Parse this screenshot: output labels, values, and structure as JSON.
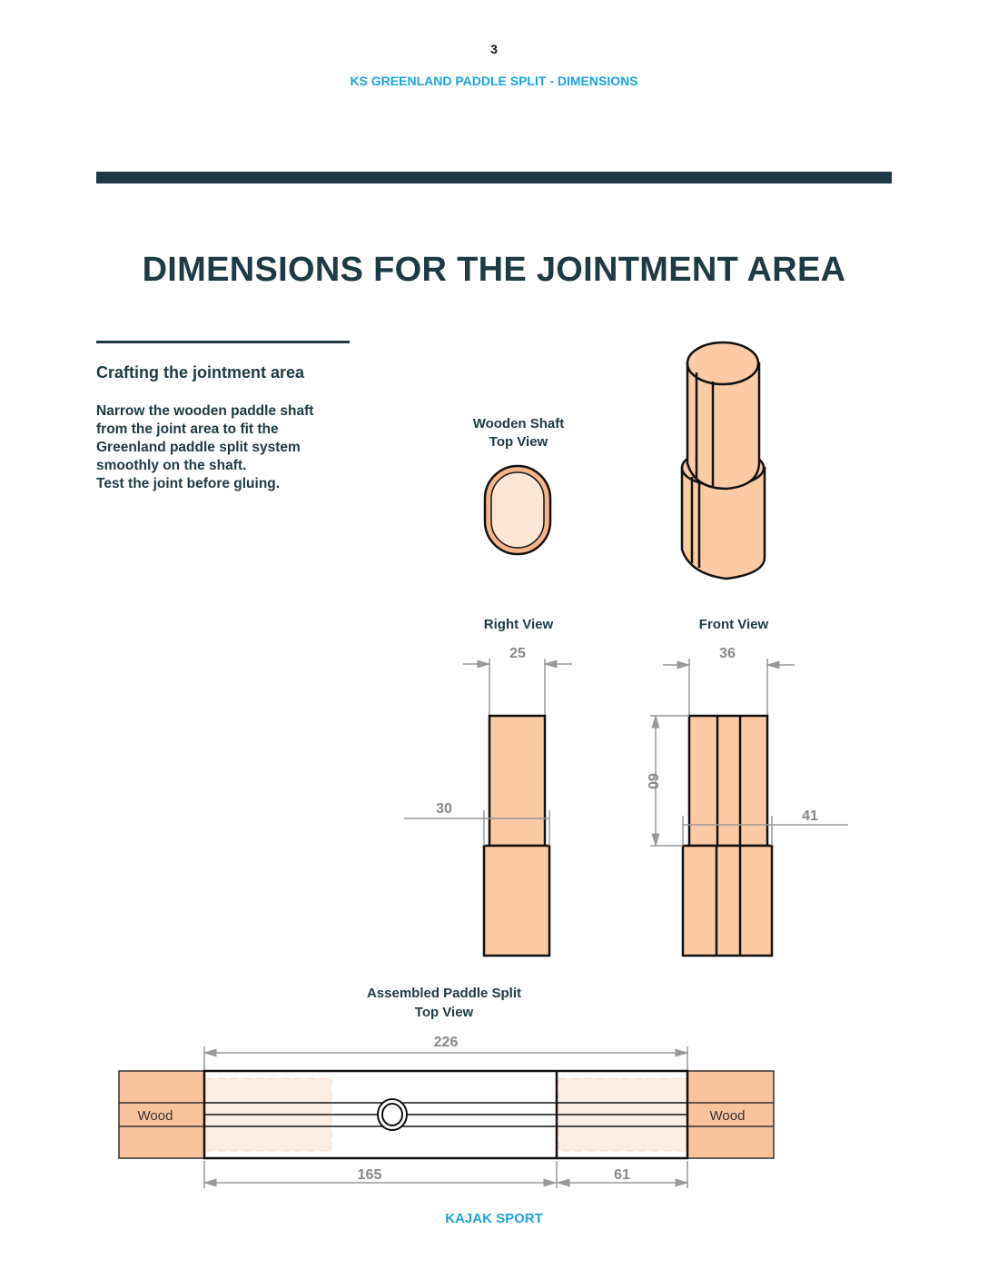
{
  "header": {
    "page_number": "3",
    "doc_title": "KS GREENLAND PADDLE SPLIT - DIMENSIONS"
  },
  "main_title": "DIMENSIONS FOR THE JOINTMENT AREA",
  "sidebar": {
    "heading": "Crafting the jointment area",
    "body_lines": [
      "Narrow the wooden paddle shaft",
      "from the joint area to fit the",
      "Greenland paddle split system",
      "smoothly on the shaft.",
      "Test the joint before gluing."
    ]
  },
  "drawings": {
    "top_view_label": [
      "Wooden Shaft",
      "Top View"
    ],
    "right_view_label": "Right View",
    "front_view_label": "Front View",
    "right_view_dims": {
      "width": "25",
      "base": "30"
    },
    "front_view_dims": {
      "width": "36",
      "height": "60",
      "base": "41"
    },
    "assembled_label": [
      "Assembled Paddle Split",
      "Top View"
    ],
    "assembled_dims": {
      "total": "226",
      "left": "165",
      "right": "61"
    },
    "wood_left": "Wood",
    "wood_right": "Wood"
  },
  "colors": {
    "dark": "#1d3a45",
    "accent": "#1aa3dd",
    "wood": "#fccaa4",
    "wood_light": "#fde6d6"
  },
  "footer": "KAJAK SPORT"
}
